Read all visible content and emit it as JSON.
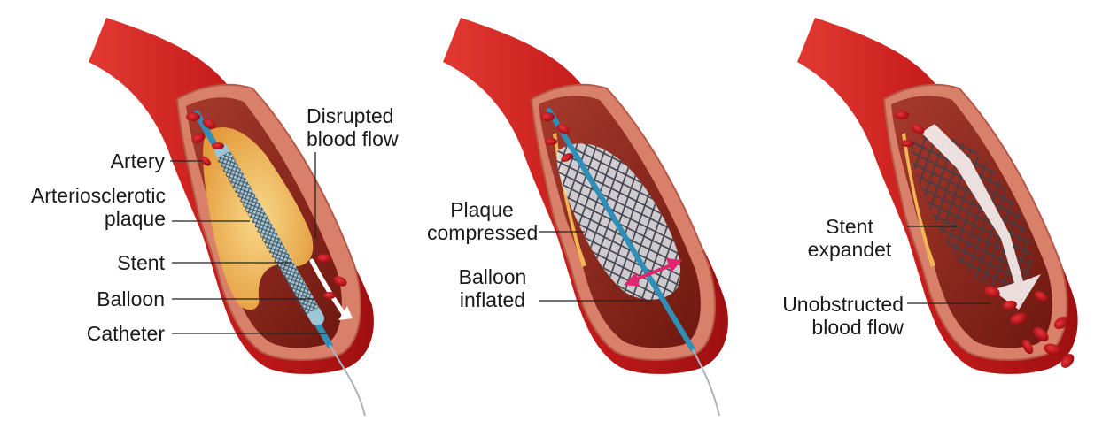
{
  "panels": [
    {
      "name": "balloon-insertion",
      "labels": {
        "disrupted": [
          "Disrupted",
          "blood flow"
        ],
        "artery": "Artery",
        "plaque": [
          "Arteriosclerotic",
          "plaque"
        ],
        "stent": "Stent",
        "balloon": "Balloon",
        "catheter": "Catheter"
      }
    },
    {
      "name": "balloon-inflated",
      "labels": {
        "plaque_compressed": [
          "Plaque",
          "compressed"
        ],
        "balloon_inflated": [
          "Balloon",
          "inflated"
        ]
      }
    },
    {
      "name": "stent-expanded",
      "labels": {
        "stent_expandet": [
          "Stent",
          "expandet"
        ],
        "unobstructed": [
          "Unobstructed",
          "blood flow"
        ]
      }
    }
  ],
  "colors": {
    "artery_outer": "#c41a1a",
    "artery_wall": "#d8806a",
    "lumen": "#8e2418",
    "plaque": "#f0b555",
    "stent": "#3a3f4a",
    "catheter": "#2f8fb8",
    "arrow_pink": "#e0266f",
    "blood_cell": "#c8141c"
  }
}
